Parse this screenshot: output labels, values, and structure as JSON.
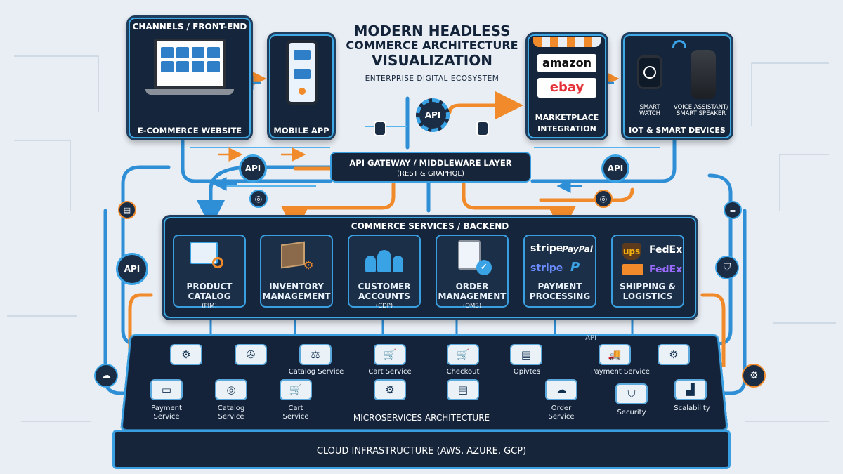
{
  "title": {
    "line1": "MODERN HEADLESS",
    "line2": "COMMERCE ARCHITECTURE",
    "line3": "VISUALIZATION",
    "subtitle": "ENTERPRISE DIGITAL ECOSYSTEM"
  },
  "channels": {
    "header": "CHANNELS / FRONT-END",
    "ecommerce": "E-COMMERCE WEBSITE",
    "mobile": "MOBILE APP",
    "marketplace_line1": "MARKETPLACE",
    "marketplace_line2": "INTEGRATION",
    "amazon": "amazon",
    "ebay": "ebay",
    "iot": "IOT & SMART DEVICES",
    "smartwatch": "SMART\nWATCH",
    "voice": "VOICE ASSISTANT/\nSMART SPEAKER"
  },
  "gateway": {
    "line1": "API GATEWAY / MIDDLEWARE LAYER",
    "line2": "(REST & GRAPHQL)",
    "api": "API"
  },
  "backend": {
    "header": "COMMERCE SERVICES / BACKEND",
    "services": [
      {
        "label": "PRODUCT\nCATALOG",
        "sub": "(PIM)"
      },
      {
        "label": "INVENTORY\nMANAGEMENT",
        "sub": ""
      },
      {
        "label": "CUSTOMER\nACCOUNTS",
        "sub": "(CDP)"
      },
      {
        "label": "ORDER\nMANAGEMENT",
        "sub": "(OMS)"
      },
      {
        "label": "PAYMENT\nPROCESSING",
        "sub": ""
      },
      {
        "label": "SHIPPING &\nLOGISTICS",
        "sub": ""
      }
    ],
    "stripe": "stripe",
    "paypal": "PayPal",
    "ups": "ups",
    "fedex": "FedEx"
  },
  "microservices": {
    "header": "MICROSERVICES ARCHITECTURE",
    "api_tag": "API",
    "labels": {
      "catalog_service_top": "Catalog Service",
      "cart_service_top": "Cart Service",
      "checkout": "Checkout",
      "opivtes": "Opivtes",
      "payment_service_top": "Payment Service",
      "payment_service": "Payment\nService",
      "catalog_service": "Catalog\nService",
      "cart_service": "Cart\nService",
      "order_service": "Order\nService",
      "security": "Security",
      "scalability": "Scalability"
    }
  },
  "infrastructure": {
    "label": "CLOUD INFRASTRUCTURE (AWS, AZURE, GCP)"
  },
  "side_badges": {
    "left_api": "API",
    "api_left_mid": "API",
    "api_right_mid": "API"
  },
  "colors": {
    "navy": "#15263c",
    "blue": "#3aa3e6",
    "orange": "#f08a2a"
  }
}
